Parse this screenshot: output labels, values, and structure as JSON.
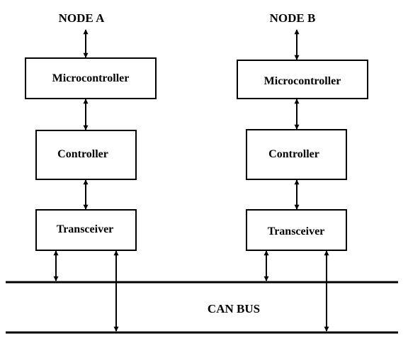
{
  "node_a": {
    "title": "NODE A",
    "microcontroller": "Microcontroller",
    "controller": "Controller",
    "transceiver": "Transceiver"
  },
  "node_b": {
    "title": "NODE B",
    "microcontroller": "Microcontroller",
    "controller": "Controller",
    "transceiver": "Transceiver"
  },
  "bus": {
    "label": "CAN BUS"
  }
}
